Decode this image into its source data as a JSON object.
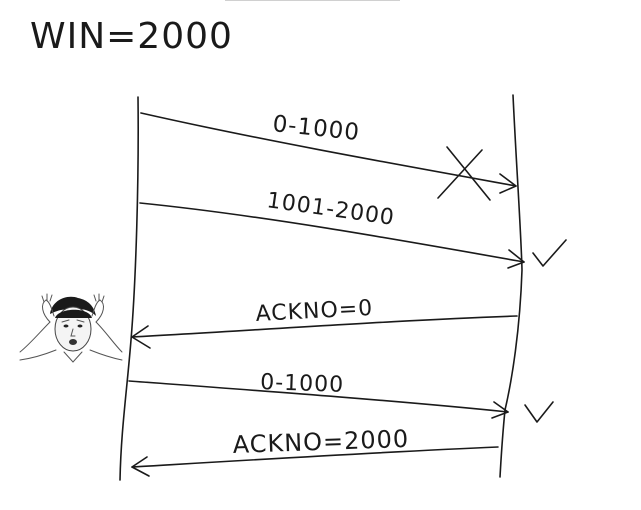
{
  "title": "WIN=2000",
  "messages": [
    {
      "label": "0-1000",
      "direction": "right",
      "result": "lost"
    },
    {
      "label": "1001-2000",
      "direction": "right",
      "result": "ok"
    },
    {
      "label": "ACKNO=0",
      "direction": "left"
    },
    {
      "label": "0-1000",
      "direction": "right",
      "result": "ok"
    },
    {
      "label": "ACKNO=2000",
      "direction": "left"
    }
  ],
  "icons": {
    "lost": "cross-mark-icon",
    "ok": "check-mark-icon",
    "confused": "confused-face-icon"
  },
  "colors": {
    "ink": "#1a1a1a",
    "background": "#ffffff"
  }
}
